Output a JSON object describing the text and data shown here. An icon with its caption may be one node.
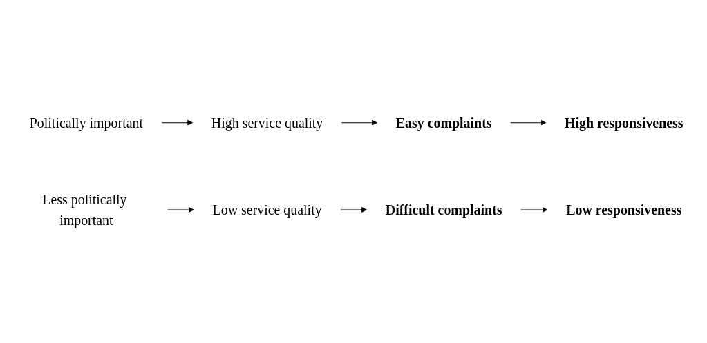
{
  "diagram": {
    "nodes": [
      {
        "text": [
          "Politically important"
        ]
      },
      {
        "text": [
          "High service quality"
        ]
      },
      {
        "text": [
          "Easy complaints"
        ]
      },
      {
        "text": [
          "High responsiveness"
        ]
      },
      {
        "text": [
          "Less politically important"
        ]
      },
      {
        "text": [
          "Low service quality"
        ]
      },
      {
        "text": [
          "Difficult complaints"
        ]
      },
      {
        "text": [
          "Low responsiveness"
        ]
      }
    ],
    "edges": [
      {
        "from": 0,
        "to": 1,
        "arrow": "to"
      },
      {
        "from": 1,
        "to": 2,
        "arrow": "to"
      },
      {
        "from": 2,
        "to": 3,
        "arrow": "to"
      },
      {
        "from": 4,
        "to": 5,
        "arrow": "to"
      },
      {
        "from": 5,
        "to": 6,
        "arrow": "to"
      },
      {
        "from": 6,
        "to": 7,
        "arrow": "to"
      }
    ]
  }
}
